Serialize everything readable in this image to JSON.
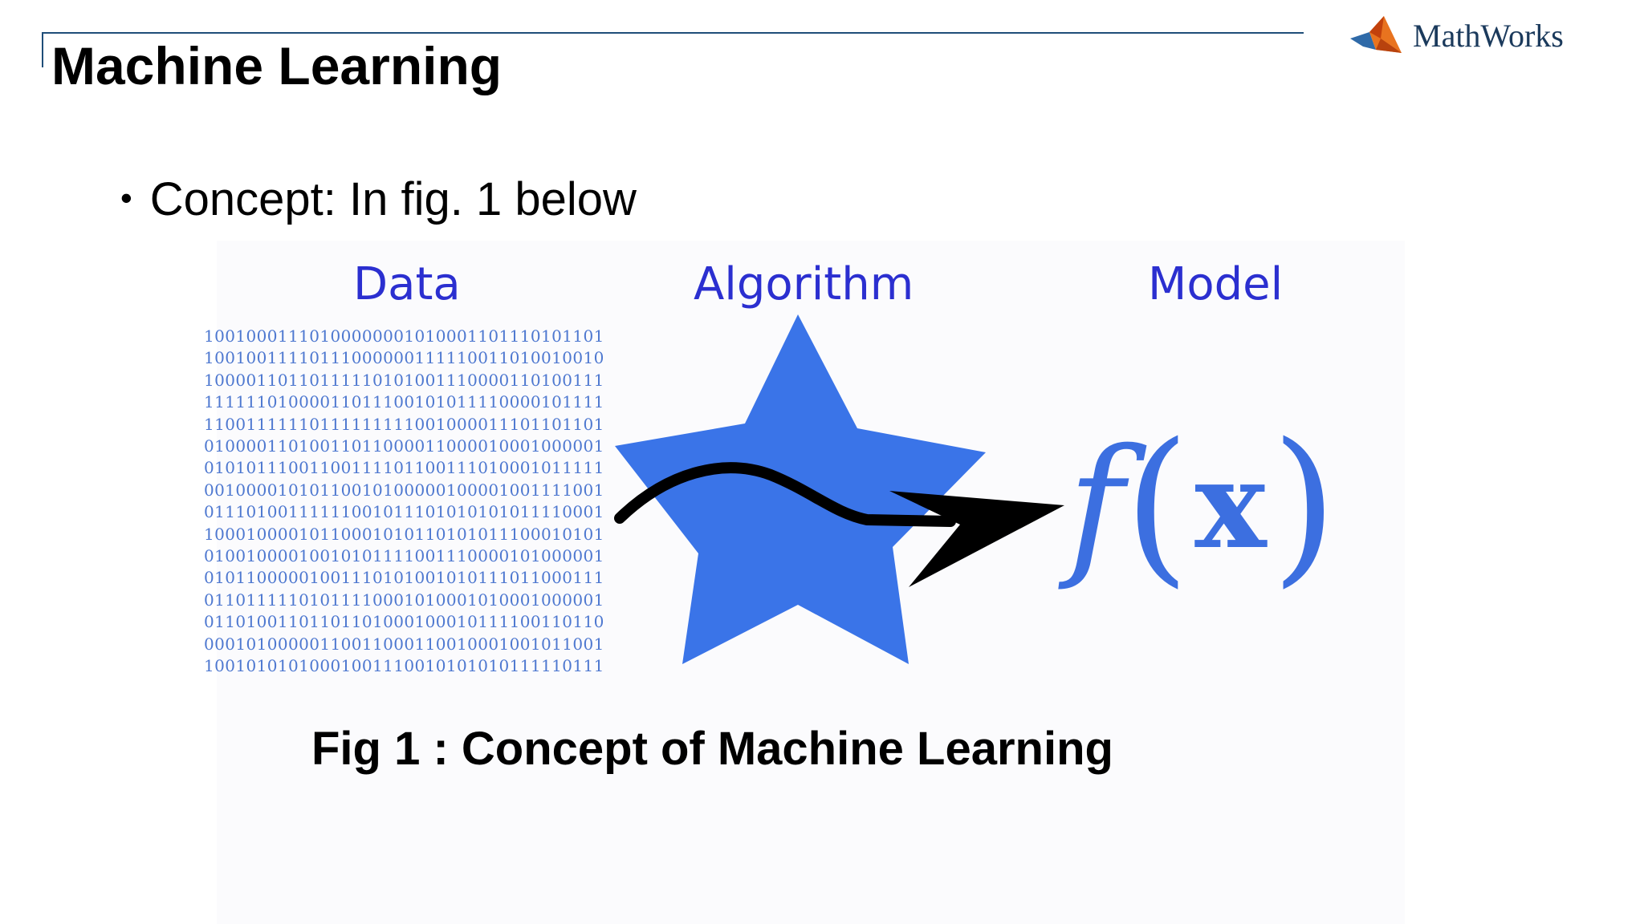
{
  "slide": {
    "title": "Machine Learning",
    "bullet_text": "Concept: In fig. 1 below",
    "bullet_symbol": "•"
  },
  "logo": {
    "text": "MathWorks",
    "icon": "mathworks-membrane-icon"
  },
  "figure": {
    "labels": {
      "data": "Data",
      "algorithm": "Algorithm",
      "model": "Model"
    },
    "binary_rows": [
      "10010001110100000001010001101110101101",
      "10010011110111000000111110011010010010",
      "10000110110111110101001110000110100111",
      "11111101000011011100101011110000101111",
      "11001111110111111111001000011101101101",
      "01000011010011011000011000010001000001",
      "01010111001100111101100111010001011111",
      "00100001010110010100000100001001111001",
      "01110100111111001011101010101011110001",
      "10001000010110001010110101011100010101",
      "01001000010010101111001110000101000001",
      "01011000001001110101001010111011000111",
      "01101111101011110001010001010001000001",
      "01101001101101101000100010111100110110",
      "00010100000110011000110010001001011001",
      "10010101010001001110010101010111110111"
    ],
    "model_formula": {
      "function": "f",
      "open_paren": "(",
      "variable": "x",
      "close_paren": ")"
    },
    "icons": [
      "star-icon",
      "arrow-icon"
    ],
    "colors": {
      "label_blue": "#2b2fd0",
      "binary_blue": "#4e78d0",
      "star_blue": "#3a74e8",
      "formula_blue": "#3c6fe0",
      "arrow": "#000000"
    },
    "caption": "Fig 1 : Concept of Machine Learning"
  },
  "colors": {
    "title_rule": "#1f4e79",
    "text": "#000000"
  }
}
